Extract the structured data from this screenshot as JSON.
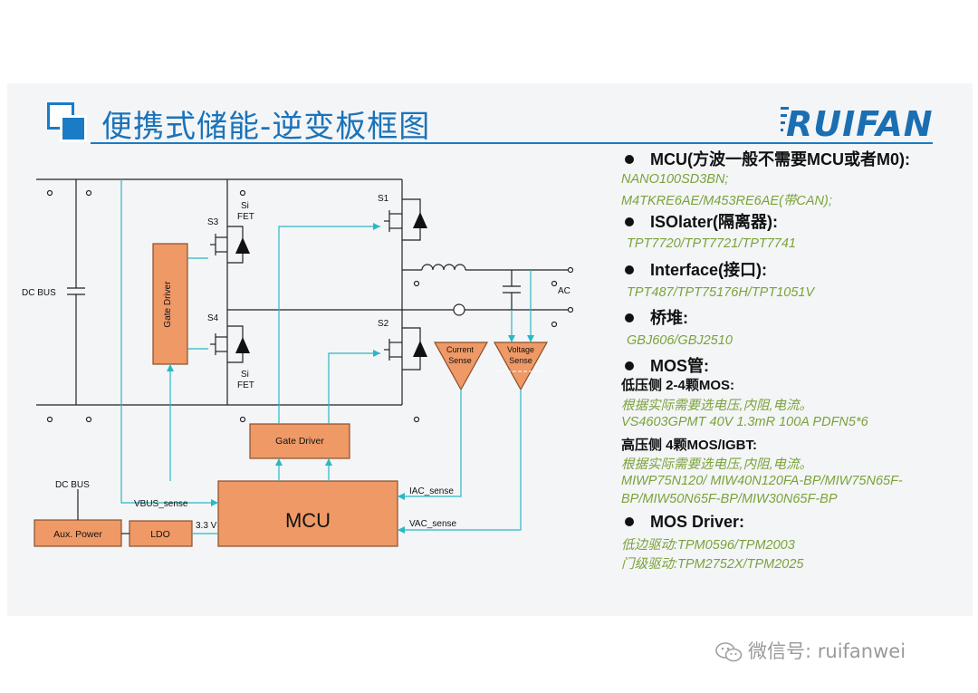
{
  "title": "便携式储能-逆变板框图",
  "logo": "RUIFAN",
  "diagram": {
    "dc_bus": "DC BUS",
    "ac": "AC",
    "s1": "S1",
    "s2": "S2",
    "s3": "S3",
    "s4": "S4",
    "si": "Si",
    "fet": "FET",
    "gate_driver": "Gate Driver",
    "current_sense_1": "Current",
    "current_sense_2": "Sense",
    "voltage_sense_1": "Voltage",
    "voltage_sense_2": "Sense",
    "mcu": "MCU",
    "iac_sense": "IAC_sense",
    "vac_sense": "VAC_sense",
    "vbus_sense": "VBUS_sense",
    "dc_bus_2": "DC BUS",
    "aux_power": "Aux. Power",
    "ldo": "LDO",
    "v33": "3.3 V",
    "colors": {
      "block": "#ee9966",
      "block_border": "#8a4f2a",
      "wire": "#2ab8c4",
      "line": "#222222"
    }
  },
  "notes": {
    "mcu_heading": "MCU(方波一般不需要MCU或者M0):",
    "mcu_1": "NANO100SD3BN;",
    "mcu_2": "M4TKRE6AE/M453RE6AE(带CAN);",
    "iso_heading": "ISOlater(隔离器):",
    "iso_1": "TPT7720/TPT7721/TPT7741",
    "if_heading": "Interface(接口):",
    "if_1": "TPT487/TPT75176H/TPT1051V",
    "bridge_heading": "桥堆:",
    "bridge_1": "GBJ606/GBJ2510",
    "mos_heading": "MOS管:",
    "low_side": "低压侧 2-4颗MOS:",
    "low_1": "根据实际需要选电压,内阻,电流。",
    "low_2": "VS4603GPMT 40V 1.3mR 100A PDFN5*6",
    "high_side": "高压侧 4颗MOS/IGBT:",
    "high_1": "根据实际需要选电压,内阻,电流。",
    "high_2": "MIWP75N120/ MIW40N120FA-BP/MIW75N65F-",
    "high_3": "BP/MIW50N65F-BP/MIW30N65F-BP",
    "drv_heading": "MOS Driver:",
    "drv_1": " 低边驱动:TPM0596/TPM2003",
    "drv_2": "门级驱动:TPM2752X/TPM2025"
  },
  "watermark": "微信号: ruifanwei"
}
